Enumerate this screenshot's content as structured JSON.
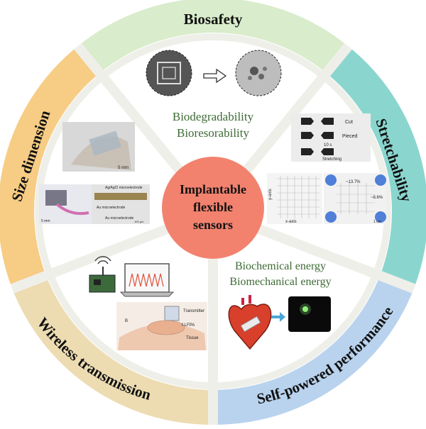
{
  "center": {
    "line1": "Implantable",
    "line2": "flexible",
    "line3": "sensors",
    "color": "#f2826e"
  },
  "sectors": {
    "biosafety": {
      "title": "Biosafety",
      "color": "#d9eccb",
      "caption1": "Biodegradability",
      "caption2": "Bioresorability"
    },
    "stretchability": {
      "title": "Stretchability",
      "color": "#8ad6cf",
      "cut": "Cut",
      "pieced": "Pieced",
      "time": "10 s",
      "stretching": "Stretching",
      "strain1": "~13.7%",
      "strain2": "~8.6%",
      "yaxis": "y-axis",
      "xaxis": "x-axis",
      "scale": "1 cm"
    },
    "self_powered": {
      "title": "Self-powered performance",
      "color": "#b9d3ee",
      "caption1": "Biochemical energy",
      "caption2": "Biomechanical energy"
    },
    "wireless": {
      "title": "Wireless transmission",
      "color": "#eddcb2",
      "transmitter": "Transmitter",
      "flfpa": "f-LFPA",
      "tissue": "Tissue"
    },
    "size": {
      "title": "Size dimension",
      "color": "#f7cc84",
      "electrode1": "Ag/AgCl microelectrode",
      "electrode2": "Au microelectrode",
      "electrode3": "Au microelectrode",
      "scale1": "5 mm",
      "scale2": "5 mm",
      "scale3": "100 μm"
    }
  },
  "colors": {
    "divider": "#efefea",
    "inner": "#ffffff"
  }
}
